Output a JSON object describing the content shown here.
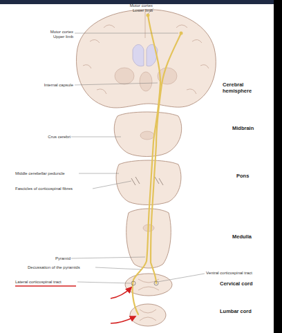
{
  "diagram": {
    "labels": [
      "Motor cortex Lower limb",
      "Motor cortex Upper limb",
      "Internal capsule",
      "Cerebral hemisphere",
      "Crus cerebri",
      "Midbrain",
      "Middle cerebellar peduncle",
      "Pons",
      "Fascicles of corticospinal fibres",
      "Medulla",
      "Pyramid",
      "Decussation of the pyramids",
      "Ventral corticospinal tract",
      "Lateral corticospinal tract",
      "Cervical cord",
      "Lumbar cord"
    ]
  }
}
